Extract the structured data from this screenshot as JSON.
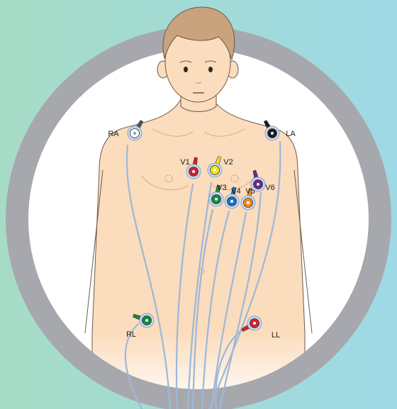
{
  "colors": {
    "bg_start": "#a6dcc6",
    "bg_end": "#9fd9e6",
    "ring": "#a7a8ad",
    "skin": "#fbdcbc",
    "skin_outline": "#6b5a4a",
    "hair": "#c9a27e",
    "cable": "#9cb8d8"
  },
  "electrodes": [
    {
      "id": "RA",
      "label": "RA",
      "color": "#ffffff",
      "icon": "electrode-white"
    },
    {
      "id": "LA",
      "label": "LA",
      "color": "#1c1c1c",
      "icon": "electrode-black"
    },
    {
      "id": "V1",
      "label": "V1",
      "color": "#d1232a",
      "icon": "electrode-red"
    },
    {
      "id": "V2",
      "label": "V2",
      "color": "#f3e21a",
      "icon": "electrode-yellow"
    },
    {
      "id": "V3",
      "label": "V3",
      "color": "#138a3c",
      "icon": "electrode-green"
    },
    {
      "id": "V4",
      "label": "V4",
      "color": "#1d6fc0",
      "icon": "electrode-blue"
    },
    {
      "id": "V5",
      "label": "V5",
      "color": "#f08a1c",
      "icon": "electrode-orange"
    },
    {
      "id": "V6",
      "label": "V6",
      "color": "#6a2a8c",
      "icon": "electrode-purple"
    },
    {
      "id": "RL",
      "label": "RL",
      "color": "#138a3c",
      "icon": "electrode-green"
    },
    {
      "id": "LL",
      "label": "LL",
      "color": "#d1232a",
      "icon": "electrode-red"
    }
  ]
}
